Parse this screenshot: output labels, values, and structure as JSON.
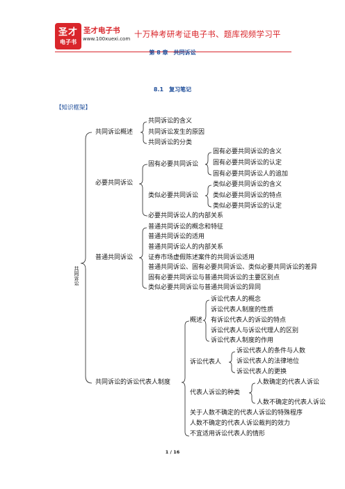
{
  "header": {
    "logo_line1": "圣才",
    "logo_line2": "电子书",
    "brand": "圣才电子书",
    "url": "www.100xuexi.com",
    "slogan": "十万种考研考证电子书、题库视频学习平"
  },
  "chapter_title": "第 8 章　共同诉讼",
  "section_title": "8.1　复习笔记",
  "framework_label": "【知识框架】",
  "root_label": "共同诉讼",
  "tree": {
    "n1": "共同诉讼概述",
    "n1a": "共同诉讼的含义",
    "n1b": "共同诉讼发生的原因",
    "n1c": "共同诉讼的分类",
    "n2": "必要共同诉讼",
    "n2a": "固有必要共同诉讼",
    "n2a1": "固有必要共同诉讼的含义",
    "n2a2": "固有必要共同诉讼的认定",
    "n2a3": "固有必要共同诉讼人的追加",
    "n2b": "类似必要共同诉讼",
    "n2b1": "类似必要共同诉讼的含义",
    "n2b2": "类似必要共同诉讼的特点",
    "n2b3": "类似必要共同诉讼的认定",
    "n2c": "必要共同诉讼人的内部关系",
    "n3": "普通共同诉讼",
    "n3a": "普通共同诉讼的概念和特征",
    "n3b": "普通共同诉讼的适用",
    "n3c": "普通共同诉讼人的内部关系",
    "n3d": "证券市场虚假陈述案件的共同诉讼适用",
    "n3e": "普通共同诉讼、固有必要共同诉讼、类似必要共同诉讼的差异",
    "n3f": "固有必要共同诉讼与普通共同诉讼的主要区别点",
    "n3g": "类似必要共同诉讼与普通共同诉讼的异同",
    "n4": "共同诉讼的诉讼代表人制度",
    "n4a": "概述",
    "n4a1": "诉讼代表人的概念",
    "n4a2": "诉讼代表人制度的性质",
    "n4a3": "有诉讼代表人的诉讼的特点",
    "n4a4": "诉讼代表人与诉讼代理人的区别",
    "n4a5": "诉讼代表人制度的作用",
    "n4b": "诉讼代表人",
    "n4b1": "诉讼代表人的条件与人数",
    "n4b2": "诉讼代表人的法律地位",
    "n4b3": "诉讼代表人的更换",
    "n4c": "代表人诉讼的种类",
    "n4c1": "人数确定的代表人诉讼",
    "n4c2": "人数不确定的代表人诉讼",
    "n4d": "关于人数不确定的代表人诉讼的特殊程序",
    "n4e": "人数不确定的代表人诉讼裁判的效力",
    "n4f": "不宜适用诉讼代表人的情形"
  },
  "page_number": "1 / 16",
  "colors": {
    "brand_red": "#d9262b",
    "heading_blue": "#1f4e9a"
  }
}
